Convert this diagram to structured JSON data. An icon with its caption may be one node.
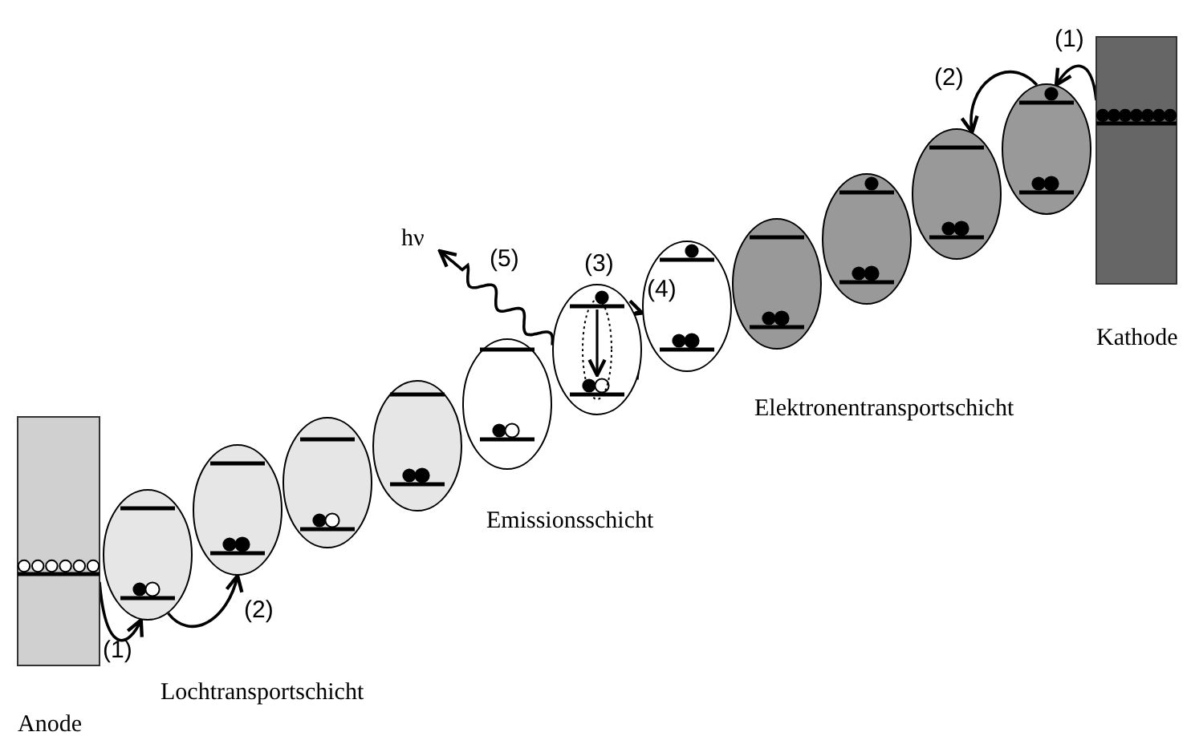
{
  "diagram": {
    "nodes": [
      {
        "text": [
          "Anode"
        ]
      },
      {
        "text": [],
        "shape": "ellipse"
      },
      {
        "text": [],
        "shape": "ellipse"
      },
      {
        "text": [],
        "shape": "ellipse"
      },
      {
        "text": [],
        "shape": "ellipse"
      },
      {
        "text": [],
        "shape": "ellipse"
      },
      {
        "text": [],
        "shape": "ellipse"
      },
      {
        "text": [],
        "shape": "ellipse"
      },
      {
        "text": [],
        "shape": "ellipse"
      },
      {
        "text": [],
        "shape": "ellipse"
      },
      {
        "text": [],
        "shape": "ellipse"
      },
      {
        "text": [],
        "shape": "ellipse"
      },
      {
        "text": [
          "Kathode"
        ]
      },
      {
        "text": [
          "hν"
        ]
      }
    ],
    "edges": [
      {
        "from": 0,
        "to": 1,
        "arrow": "to",
        "label": "(1)"
      },
      {
        "from": 1,
        "to": 2,
        "arrow": "to",
        "label": "(2)"
      },
      {
        "from": 12,
        "to": 11,
        "arrow": "to",
        "label": "(1)"
      },
      {
        "from": 11,
        "to": 10,
        "arrow": "to",
        "label": "(2)"
      },
      {
        "from": 6,
        "to": 7,
        "arrow": "to",
        "label": "(4)"
      },
      {
        "from": 6,
        "to": 13,
        "arrow": "to",
        "label": "(5)"
      }
    ],
    "labels": [
      "(3)",
      "Elektronentransportschicht",
      "Emissionsschicht",
      "Lochtransportschicht"
    ]
  }
}
